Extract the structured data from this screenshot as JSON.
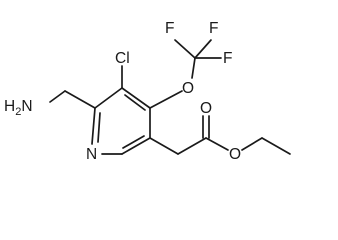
{
  "molecule": {
    "atom_labels": {
      "f_top_left": "F",
      "f_top_right": "F",
      "f_right": "F",
      "chlorine": "Cl",
      "ether_oxygen": "O",
      "amine": "H2N",
      "ring_nitrogen": "N",
      "carbonyl_oxygen": "O",
      "ester_oxygen": "O"
    }
  }
}
